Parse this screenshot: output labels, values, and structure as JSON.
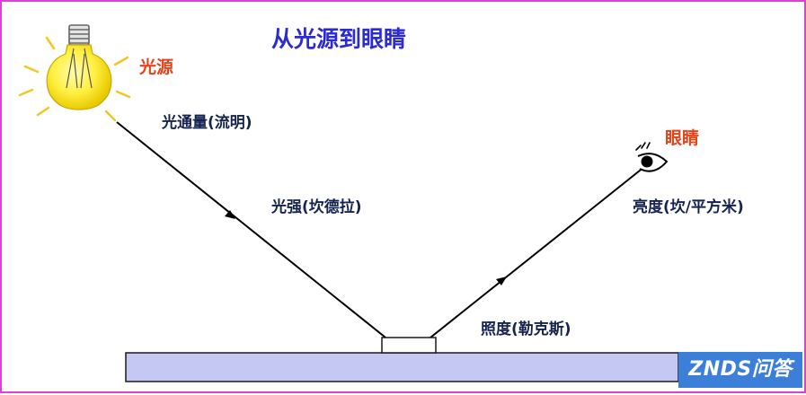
{
  "title": "从光源到眼睛",
  "labels": {
    "light_source": "光源",
    "eye": "眼睛",
    "luminous_flux": "光通量(流明)",
    "luminous_intensity": "光强(坎德拉)",
    "luminance": "亮度(坎/平方米)",
    "illuminance": "照度(勒克斯)"
  },
  "watermark": "ZNDS问答",
  "colors": {
    "title": "#2b2bd0",
    "accent_label": "#e8421a",
    "body_label": "#15234f",
    "surface_fill": "#c6c8f4",
    "bulb_glass": "#ffee33",
    "border": "#e040d0",
    "watermark_bg": "#3b7fd9"
  },
  "icons": [
    "light-bulb-icon",
    "eye-icon"
  ]
}
